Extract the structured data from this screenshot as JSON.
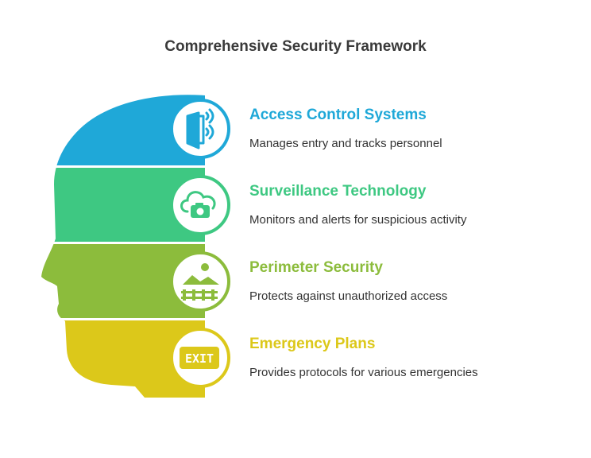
{
  "title": "Comprehensive Security Framework",
  "colors": {
    "blue": "#1fa8d8",
    "green": "#3ec882",
    "lime": "#8cbc3c",
    "yellow": "#dcc81a",
    "title_text": "#3a3a3a",
    "body_text": "#333333"
  },
  "items": [
    {
      "title": "Access Control Systems",
      "description": "Manages entry and tracks personnel",
      "icon": "door-access-icon",
      "color": "#1fa8d8"
    },
    {
      "title": "Surveillance Technology",
      "description": "Monitors and alerts for suspicious activity",
      "icon": "cloud-camera-icon",
      "color": "#3ec882"
    },
    {
      "title": "Perimeter Security",
      "description": "Protects against unauthorized access",
      "icon": "landscape-fence-icon",
      "color": "#8cbc3c"
    },
    {
      "title": "Emergency Plans",
      "description": "Provides protocols for various emergencies",
      "icon": "exit-sign-icon",
      "color": "#dcc81a",
      "icon_text": "EXIT"
    }
  ]
}
